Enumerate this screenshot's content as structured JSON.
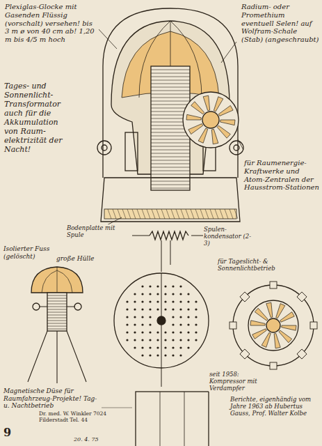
{
  "diagram": {
    "labels": [
      "Plexiglas-Glocke mit Gasenden Flüssig (vorschalt) versehen! bis 3 m ø von 40 cm ab! 1,20 m bis 4/5 m hoch",
      "Radium- oder Promethium eventuell Selen! auf Wolfram-Schale (Stab) (angeschraubt)",
      "Tages- und Sonnenlicht-Transformator auch für die Akkumulation von Raum-elektrizität der Nacht!",
      "für Raumenergie-Kraftwerke und Atom-Zentralen der Hausstrom-Stationen",
      "Bodenplatte mit Spule",
      "Spulen-kondensator (2-3)",
      "Isolierter Fuss (gelöscht)",
      "große Hülle",
      "für Tageslicht- & Sonnenlichtbetrieb",
      "Magnetische Düse für Raumfahrzeug-Projekte! Tag- u. Nachtbetrieb",
      "seit 1958: Kompressor mit Verdampfer",
      "Berichte, eigenhändig vom Jahre 1963 ab Hubertus Gauss, Prof. Walter Kolbe",
      "Dr. med. W. Winkler 7024 Filderstadt Tel. 44",
      "20. 4. 75",
      "9"
    ]
  }
}
